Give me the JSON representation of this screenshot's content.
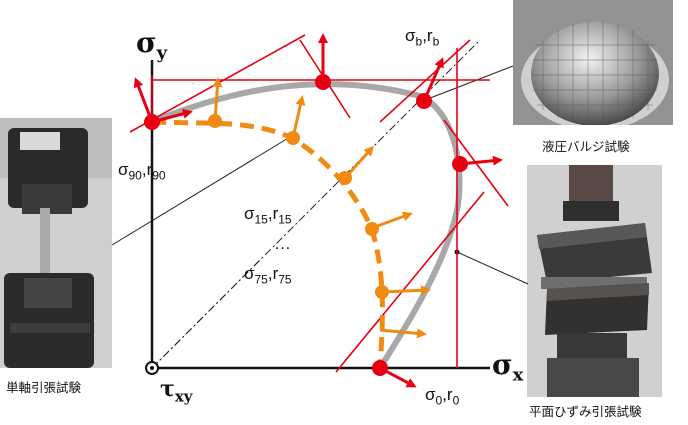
{
  "colors": {
    "red": "#e60012",
    "orange": "#f08a12",
    "gray_curve": "#a8a8a8",
    "axis": "#111111"
  },
  "axes": {
    "x_label": "σ",
    "x_sub": "x",
    "y_label": "σ",
    "y_sub": "y",
    "origin_label": "τ",
    "origin_sub": "xy"
  },
  "labels": {
    "b": {
      "s": "σ",
      "sub1": "b",
      "r": ",r",
      "sub2": "b"
    },
    "s90": {
      "s": "σ",
      "sub1": "90",
      "r": ",r",
      "sub2": "90"
    },
    "s15": {
      "s": "σ",
      "sub1": "15",
      "r": ",r",
      "sub2": "15"
    },
    "dots": "…",
    "s75": {
      "s": "σ",
      "sub1": "75",
      "r": ",r",
      "sub2": "75"
    },
    "s0": {
      "s": "σ",
      "sub1": "0",
      "r": ",r",
      "sub2": "0"
    }
  },
  "captions": {
    "uniaxial": "単軸引張試験",
    "bulge": "液圧バルジ試験",
    "plane_strain": "平面ひずみ引張試験"
  }
}
